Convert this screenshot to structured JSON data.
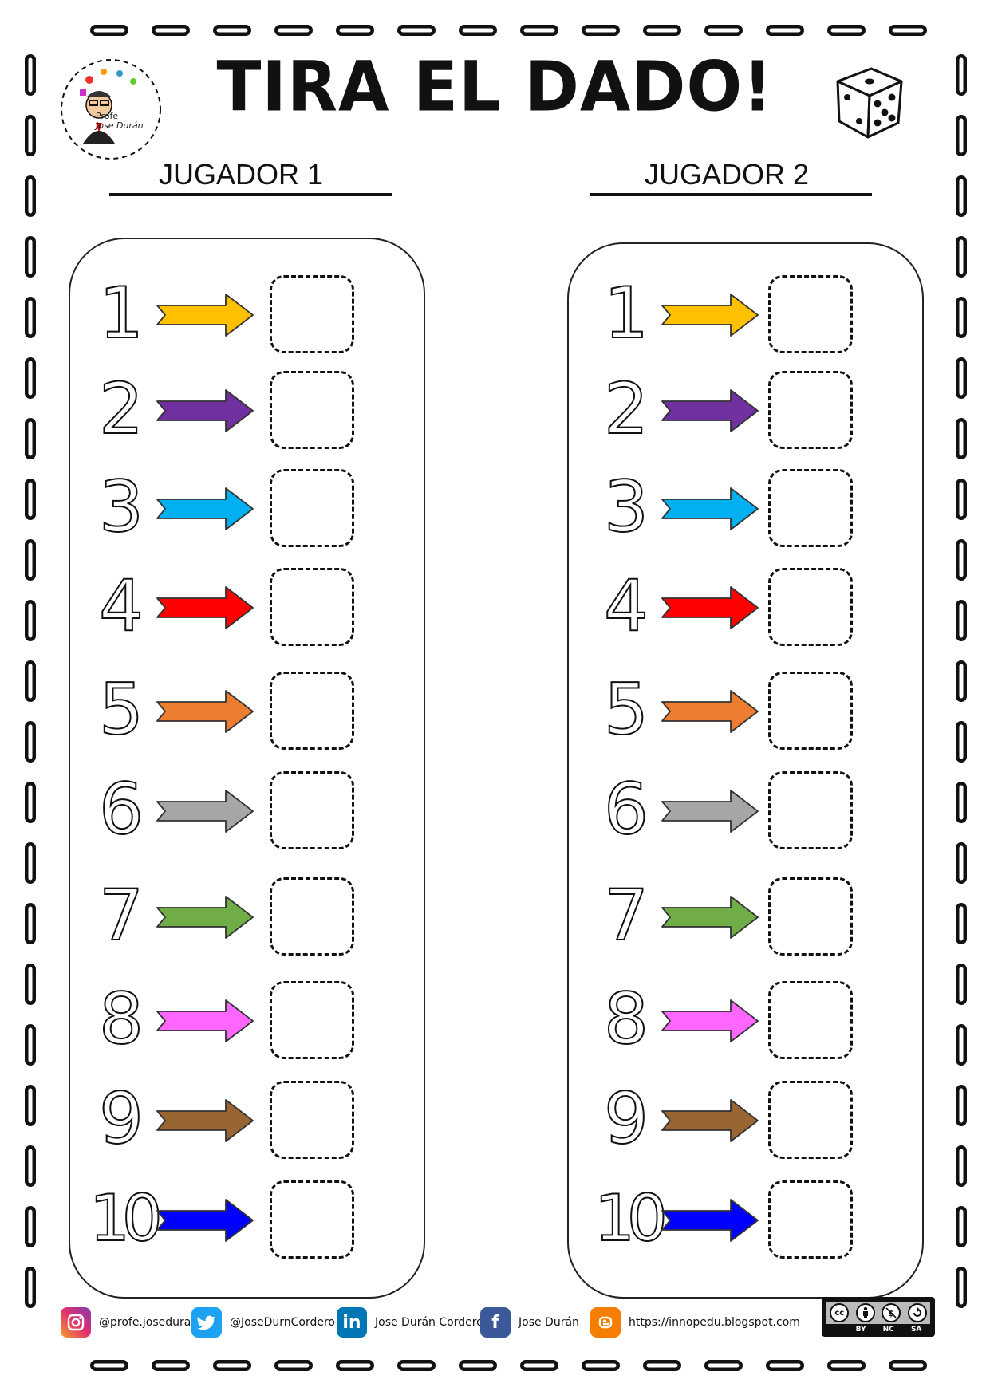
{
  "title": "TIRA EL DADO!",
  "logo": {
    "line1": "Profe",
    "line2": "Jose Durán"
  },
  "players": [
    {
      "label": "JUGADOR 1"
    },
    {
      "label": "JUGADOR 2"
    }
  ],
  "rows": [
    {
      "number": "1",
      "color": "#FFC000"
    },
    {
      "number": "2",
      "color": "#7030A0"
    },
    {
      "number": "3",
      "color": "#00B0F0"
    },
    {
      "number": "4",
      "color": "#FF0000"
    },
    {
      "number": "5",
      "color": "#ED7D31"
    },
    {
      "number": "6",
      "color": "#A6A6A6"
    },
    {
      "number": "7",
      "color": "#70AD47"
    },
    {
      "number": "8",
      "color": "#FF66FF"
    },
    {
      "number": "9",
      "color": "#996633"
    },
    {
      "number": "10",
      "color": "#0000FF"
    }
  ],
  "footer": {
    "instagram": "@profe.joseduran",
    "twitter": "@JoseDurnCordero",
    "linkedin": "Jose Durán Cordero",
    "facebook": "Jose Durán",
    "blog": "https://innopedu.blogspot.com"
  },
  "license": {
    "labels": [
      "BY",
      "NC",
      "SA"
    ],
    "badge": "cc"
  }
}
